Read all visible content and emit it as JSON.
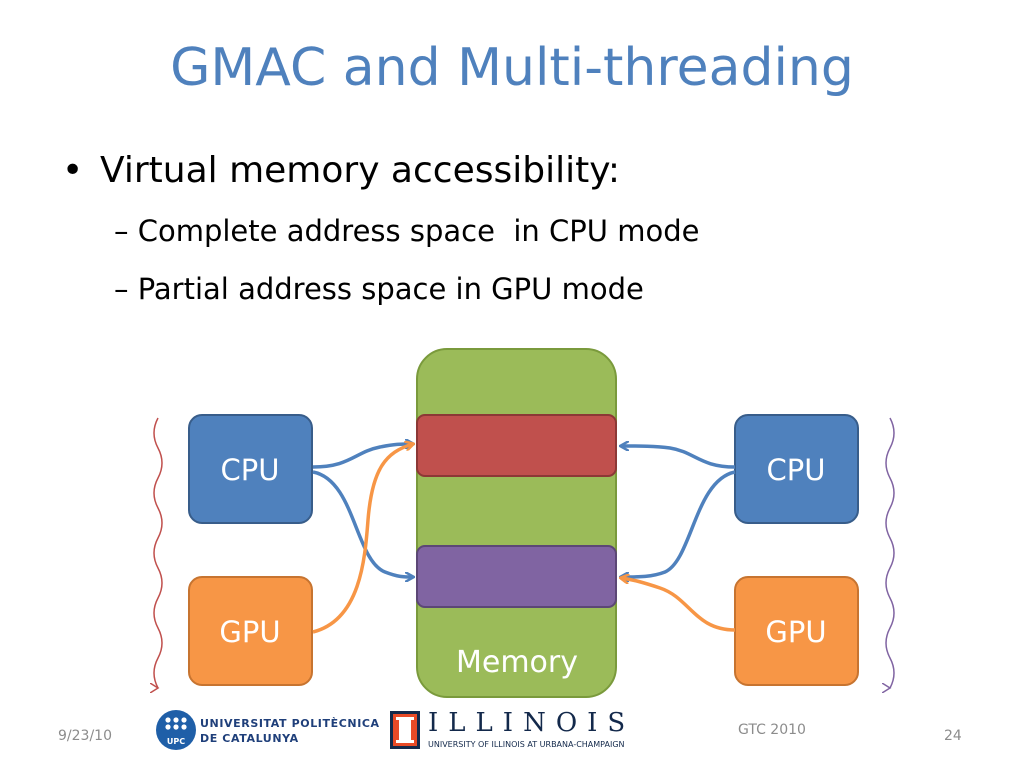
{
  "slide": {
    "title": "GMAC and Multi-threading",
    "bullet": "Virtual memory accessibility:",
    "sub_items": [
      "Complete address space  in CPU mode",
      "Partial address space in GPU mode"
    ]
  },
  "diagram": {
    "left_cpu": "CPU",
    "left_gpu": "GPU",
    "right_cpu": "CPU",
    "right_gpu": "GPU",
    "memory": "Memory",
    "colors": {
      "cpu": "#4f81bd",
      "gpu": "#f79646",
      "memory": "#9bbb59",
      "region_red": "#c0504d",
      "region_purple": "#8064a2",
      "thread_left": "#c0504d",
      "thread_right": "#8064a2"
    }
  },
  "footer": {
    "date": "9/23/10",
    "conference": "GTC 2010",
    "page": "24",
    "upc_name_line1": "UNIVERSITAT POLITÈCNICA",
    "upc_name_line2": "DE CATALUNYA",
    "upc_badge": "UPC",
    "illinois_word": "ILLINOIS",
    "illinois_sub": "UNIVERSITY OF ILLINOIS AT URBANA-CHAMPAIGN"
  }
}
